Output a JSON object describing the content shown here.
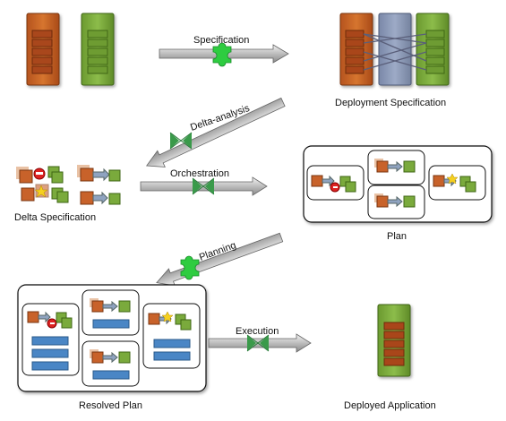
{
  "labels": {
    "deployment_spec": "Deployment Specification",
    "delta_spec": "Delta Specification",
    "plan": "Plan",
    "resolved_plan": "Resolved Plan",
    "deployed_app": "Deployed Application"
  },
  "arrows": {
    "specification": "Specification",
    "delta_analysis": "Delta-analysis",
    "orchestration": "Orchestration",
    "planning": "Planning",
    "execution": "Execution"
  },
  "colors": {
    "orange": "#c8622a",
    "orange_dark": "#8c3a10",
    "green": "#7aaa3c",
    "green_dark": "#4e7a1c",
    "blue_grey": "#8c9ab8",
    "blue_bar": "#4a86c5",
    "arrow_green": "#3a9a4a",
    "puzzle_green": "#2ecc40"
  }
}
